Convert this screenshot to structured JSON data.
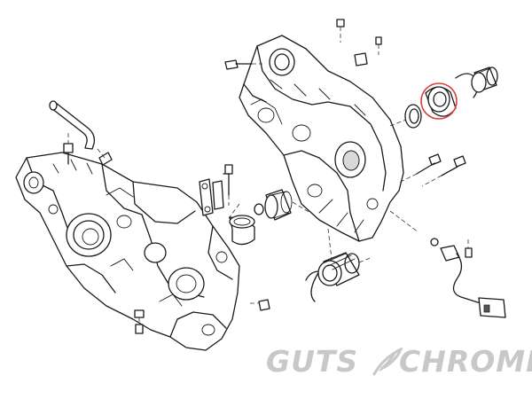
{
  "brand": {
    "word_left": "GUTS",
    "word_right": "CHROME",
    "color": "#c8c8c8"
  },
  "colors": {
    "line": "#1a1a1a",
    "highlight": "#e03a3a",
    "background": "#ffffff"
  },
  "highlight": {
    "part": "oil-seal",
    "shape": "circle"
  }
}
